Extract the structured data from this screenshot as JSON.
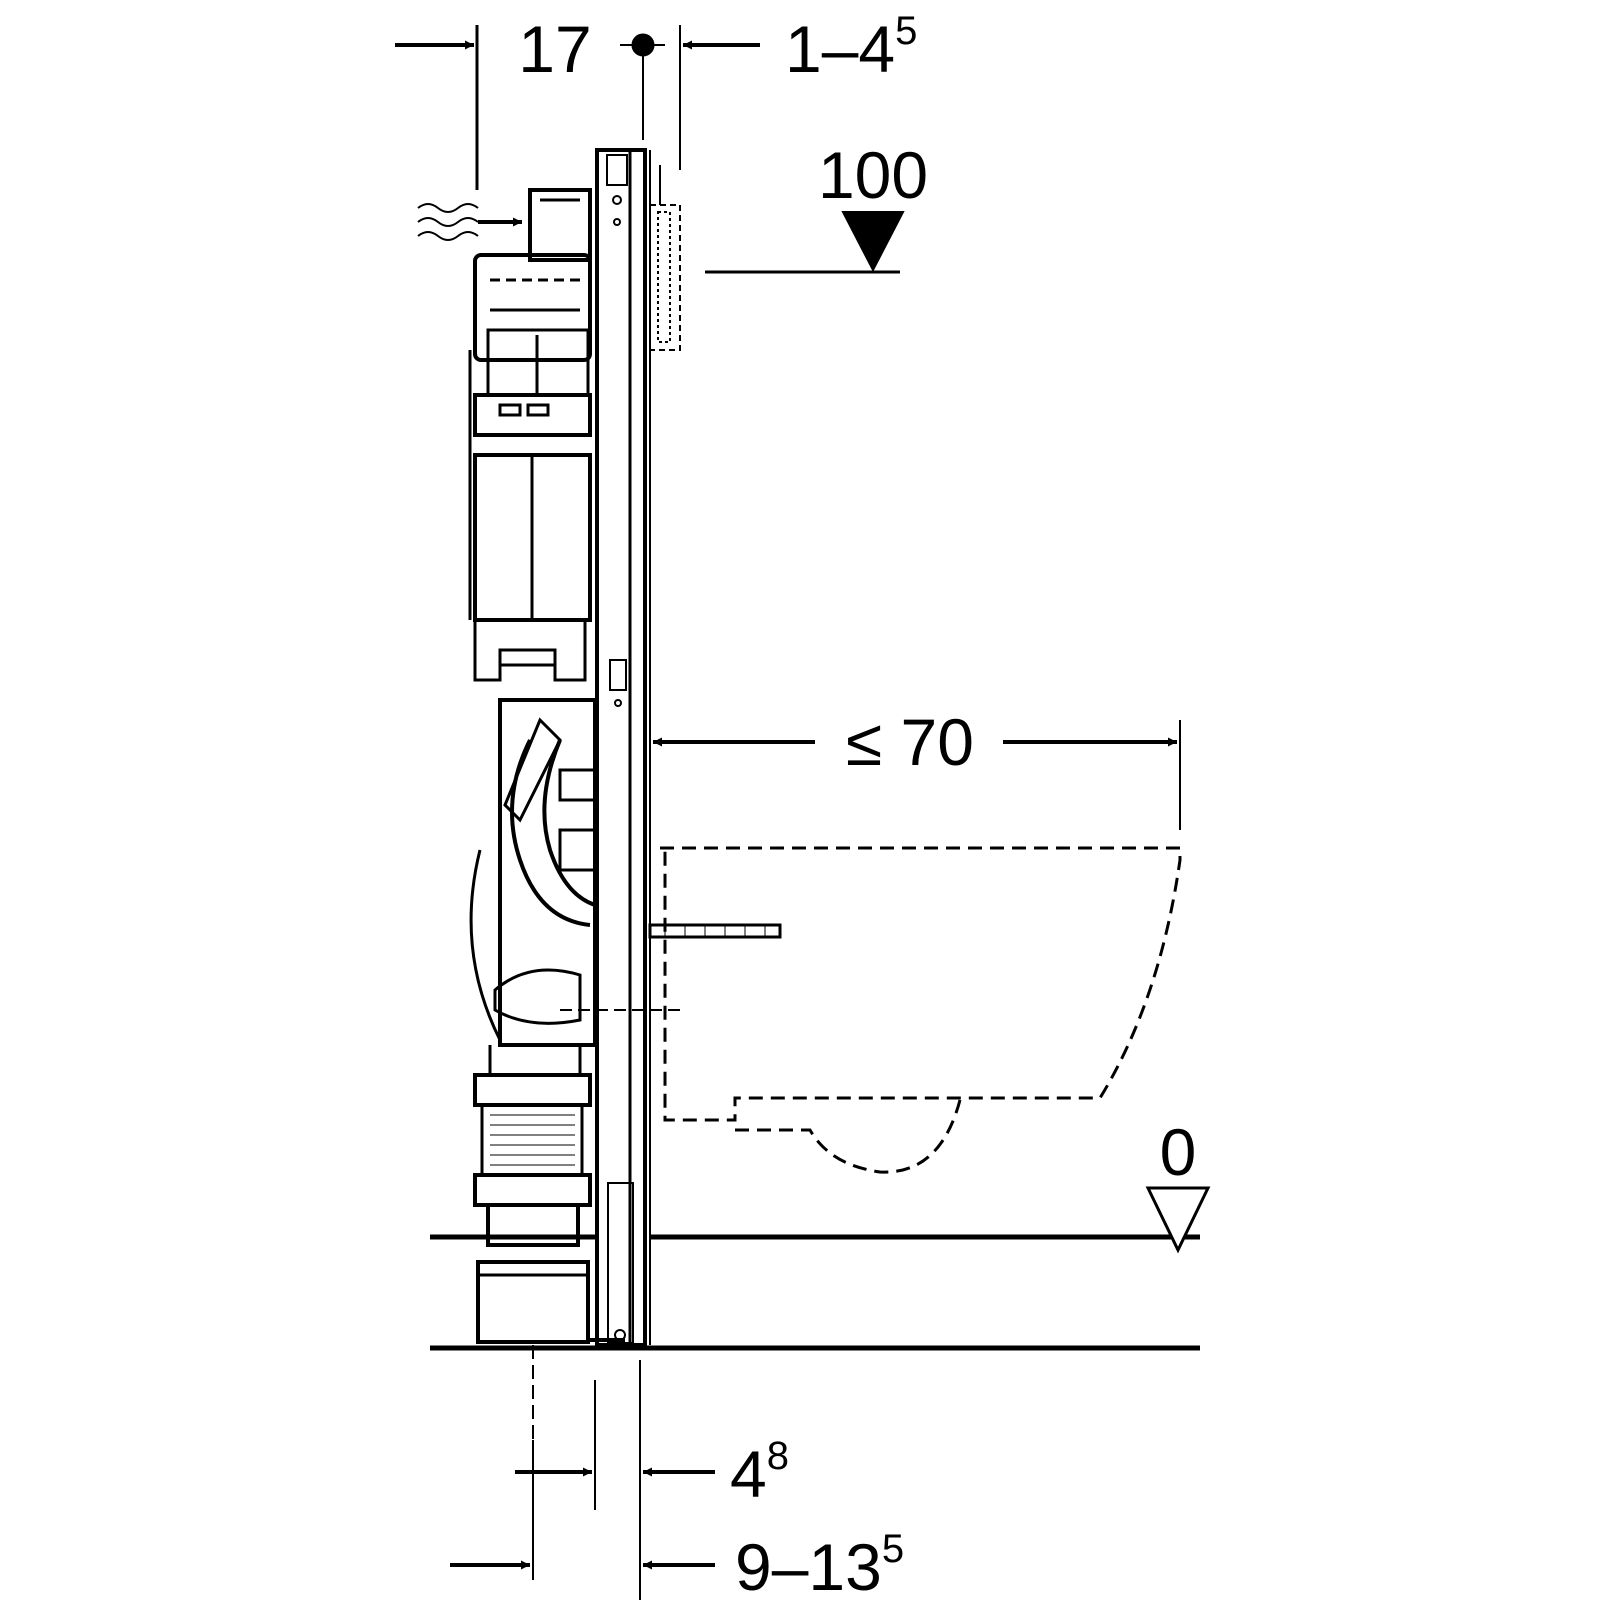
{
  "dimensions": {
    "top_left": "17",
    "top_right_base": "1–4",
    "top_right_sup": "5",
    "flush_height": "100",
    "bowl_projection": "≤ 70",
    "floor_level": "0",
    "bottom_a_base": "4",
    "bottom_a_sup": "8",
    "bottom_b_base": "9–13",
    "bottom_b_sup": "5"
  },
  "colors": {
    "line": "#000000",
    "background": "#ffffff"
  }
}
